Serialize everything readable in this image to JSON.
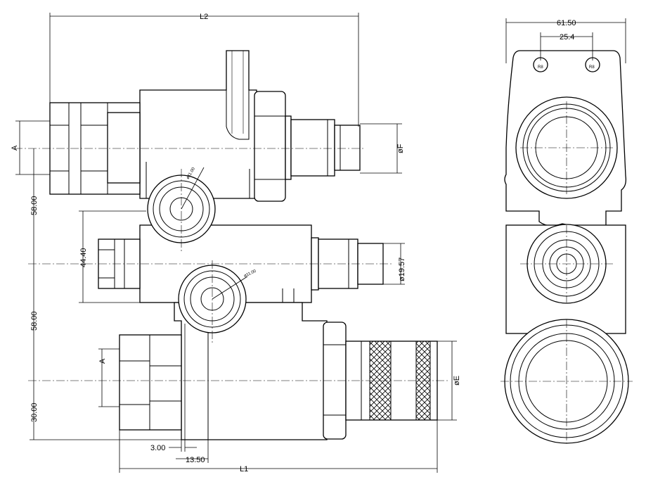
{
  "dimensions": {
    "L2": "L2",
    "L1": "L1",
    "A_top": "A",
    "A_bottom": "A",
    "phiF": "øF",
    "phiE": "øE",
    "d58_top": "58.00",
    "d58_bottom": "58.00",
    "d30": "30.00",
    "d44": "44.40",
    "phi19": "ø19.57",
    "phi11_top": "ø11.00",
    "phi11_mid": "ø11.00",
    "d3": "3.00",
    "d13": "13.50",
    "w61": "61.50",
    "w25": "25.4",
    "hole_left": "R8",
    "hole_right": "R8"
  }
}
